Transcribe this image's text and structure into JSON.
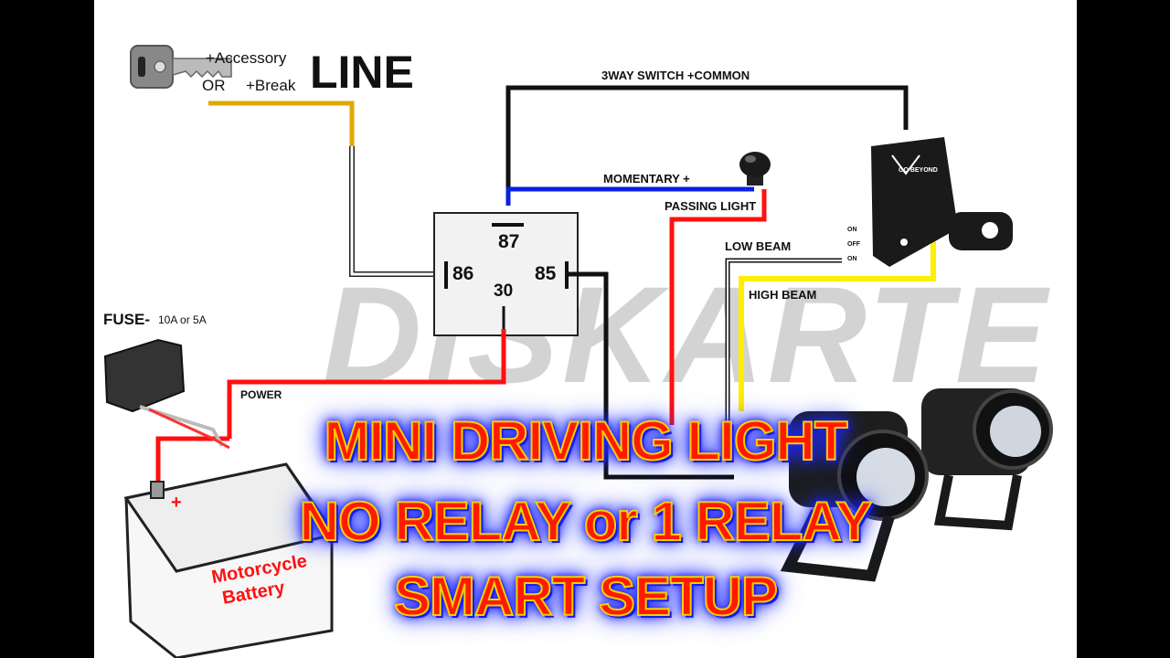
{
  "labels": {
    "accessory": "+Accessory",
    "or": "OR",
    "break": "+Break",
    "line": "LINE",
    "switch_common": "3WAY SWITCH +COMMON",
    "momentary": "MOMENTARY +",
    "passing_light": "PASSING LIGHT",
    "low_beam": "LOW BEAM",
    "high_beam": "HIGH BEAM",
    "fuse": "FUSE-",
    "fuse_rating": "10A or 5A",
    "power": "POWER",
    "pin_87": "87",
    "pin_86": "86",
    "pin_85": "85",
    "pin_30": "30",
    "switch_on_top": "ON",
    "switch_off": "OFF",
    "switch_on_bottom": "ON",
    "battery_line1": "Motorcycle",
    "battery_line2": "Battery",
    "switch_brand": "GO BEYOND",
    "watermark": "DISKARTE"
  },
  "title": {
    "line1": "MINI DRIVING LIGHT",
    "line2": "NO RELAY or 1 RELAY",
    "line3": "SMART SETUP"
  },
  "colors": {
    "wire_yellow_dark": "#e0a800",
    "wire_black": "#111111",
    "wire_blue": "#0a1fe0",
    "wire_red": "#ff1010",
    "wire_yellow": "#ffee00",
    "title_red": "#ff1a00",
    "title_glow": "#1a1aff"
  }
}
